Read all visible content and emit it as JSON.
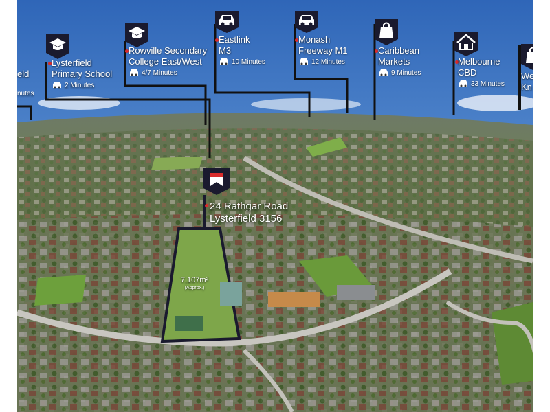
{
  "listing": {
    "address_line1": "24 Rathgar Road",
    "address_line2": "Lysterfield 3156",
    "land_area": "7,107m²",
    "land_area_note": "(Approx.)"
  },
  "colors": {
    "sky_top": "#2f66b8",
    "sky_horizon": "#9cc4ea",
    "accent_red": "#d92b2b",
    "pin_fill": "#1a1a2e",
    "boundary": "#1a1a2e"
  },
  "points_of_interest": [
    {
      "name": "eld",
      "time": "nutes",
      "icon": "school-icon"
    },
    {
      "name": "Lysterfield\nPrimary School",
      "time": "2 Minutes",
      "icon": "school-icon"
    },
    {
      "name": "Rowville Secondary\nCollege East/West",
      "time": "4/7 Minutes",
      "icon": "school-icon"
    },
    {
      "name": "Eastlink\nM3",
      "time": "10 Minutes",
      "icon": "car-icon"
    },
    {
      "name": "Monash\nFreeway M1",
      "time": "12 Minutes",
      "icon": "car-icon"
    },
    {
      "name": "Caribbean\nMarkets",
      "time": "9 Minutes",
      "icon": "shopping-bag-icon"
    },
    {
      "name": "Melbourne\nCBD",
      "time": "33 Minutes",
      "icon": "house-icon"
    },
    {
      "name": "We\nKn",
      "time": "",
      "icon": "shopping-bag-icon"
    }
  ]
}
